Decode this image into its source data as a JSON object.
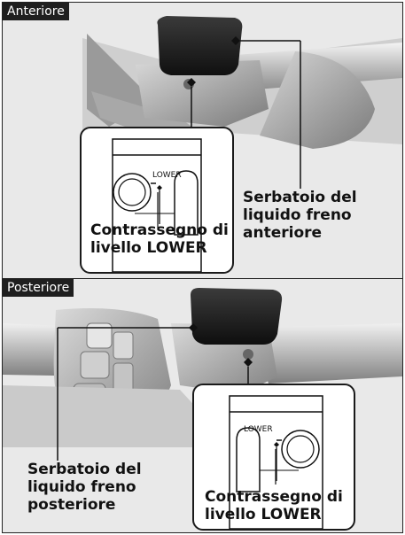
{
  "front": {
    "section_label": "Anteriore",
    "reservoir_label_line1": "Serbatoio del",
    "reservoir_label_line2": "liquido freno",
    "reservoir_label_line3": "anteriore",
    "mark_label_line1": "Contrassegno di",
    "mark_label_line2": "livello LOWER",
    "inset_text": "LOWER"
  },
  "rear": {
    "section_label": "Posteriore",
    "reservoir_label_line1": "Serbatoio del",
    "reservoir_label_line2": "liquido freno",
    "reservoir_label_line3": "posteriore",
    "mark_label_line1": "Contrassegno di",
    "mark_label_line2": "livello LOWER",
    "inset_text": "LOWER"
  }
}
